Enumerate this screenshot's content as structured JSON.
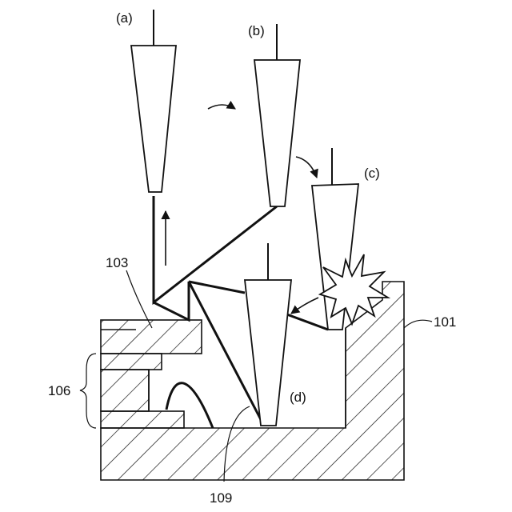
{
  "colors": {
    "ink": "#111111",
    "background": "#ffffff"
  },
  "labels": {
    "step_a": "(a)",
    "step_b": "(b)",
    "step_c": "(c)",
    "step_d": "(d)",
    "ref_101": "101",
    "ref_103": "103",
    "ref_106": "106",
    "ref_109": "109"
  }
}
